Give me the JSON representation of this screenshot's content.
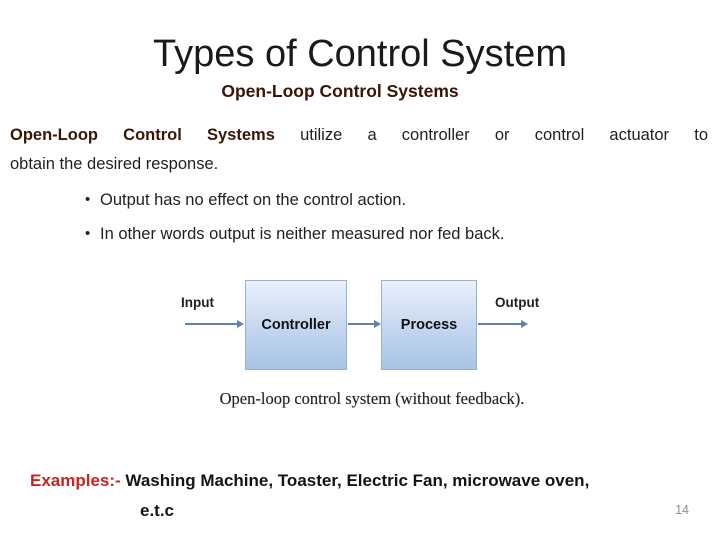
{
  "slide": {
    "title": "Types of Control System",
    "subtitle": "Open-Loop Control Systems",
    "intro": {
      "line1_lead": "Open-Loop Control Systems",
      "line1_rest": " utilize a controller or control actuator to",
      "line2": "obtain the desired response."
    },
    "bullet_glyph": "•",
    "bullets": [
      "Output has no effect on the control action.",
      "In other words output is neither measured nor fed back."
    ],
    "diagram": {
      "input_label": "Input",
      "output_label": "Output",
      "blocks": [
        "Controller",
        "Process"
      ],
      "caption": "Open-loop control system (without feedback)."
    },
    "examples": {
      "label": "Examples:-",
      "items": " Washing Machine, Toaster, Electric Fan, microwave oven,",
      "items_line2": "e.t.c"
    },
    "page_number": "14",
    "colors": {
      "title_text": "#1a1a1a",
      "accent_maroon": "#3a1505",
      "body_text": "#1f1f1f",
      "examples_red": "#c42525",
      "examples_text": "#141414",
      "caption_text": "#222222",
      "page_number_gray": "#8f8f8f",
      "box_border": "#95b3d7",
      "box_fill_top": "#eaf1fb",
      "box_fill_mid": "#c3d6ee",
      "box_fill_bottom": "#a8c3e6",
      "arrow": "#5f82a6"
    }
  }
}
